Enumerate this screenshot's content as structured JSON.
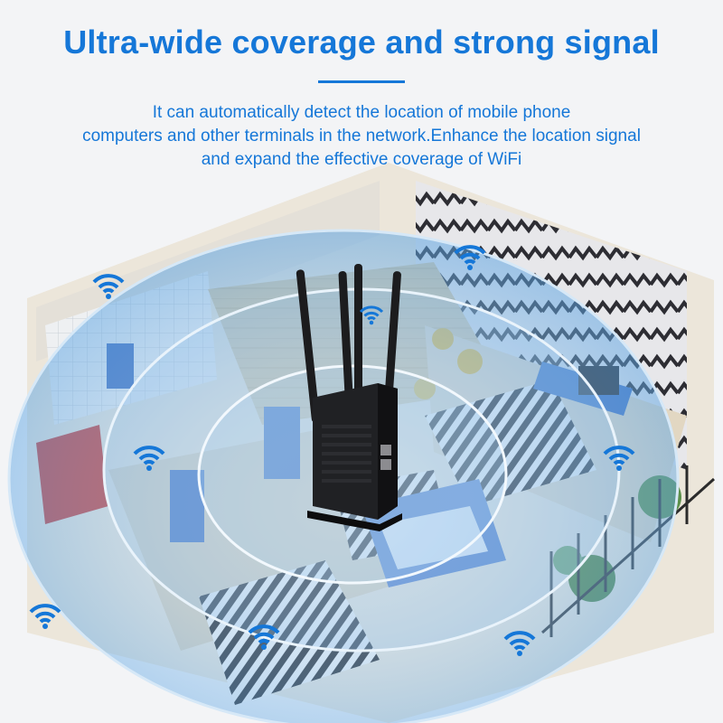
{
  "header": {
    "title": "Ultra-wide coverage and strong signal",
    "description_lines": [
      "It can automatically detect the location of mobile phone",
      "computers and other terminals in the network.Enhance the location signal",
      "and expand the effective coverage of WiFi"
    ]
  },
  "colors": {
    "accent": "#1577d8",
    "background": "#f3f4f6",
    "coverage": "#9ec9ec",
    "router": "#1c1c1e"
  },
  "icons": {
    "wifi": "wifi-icon"
  }
}
